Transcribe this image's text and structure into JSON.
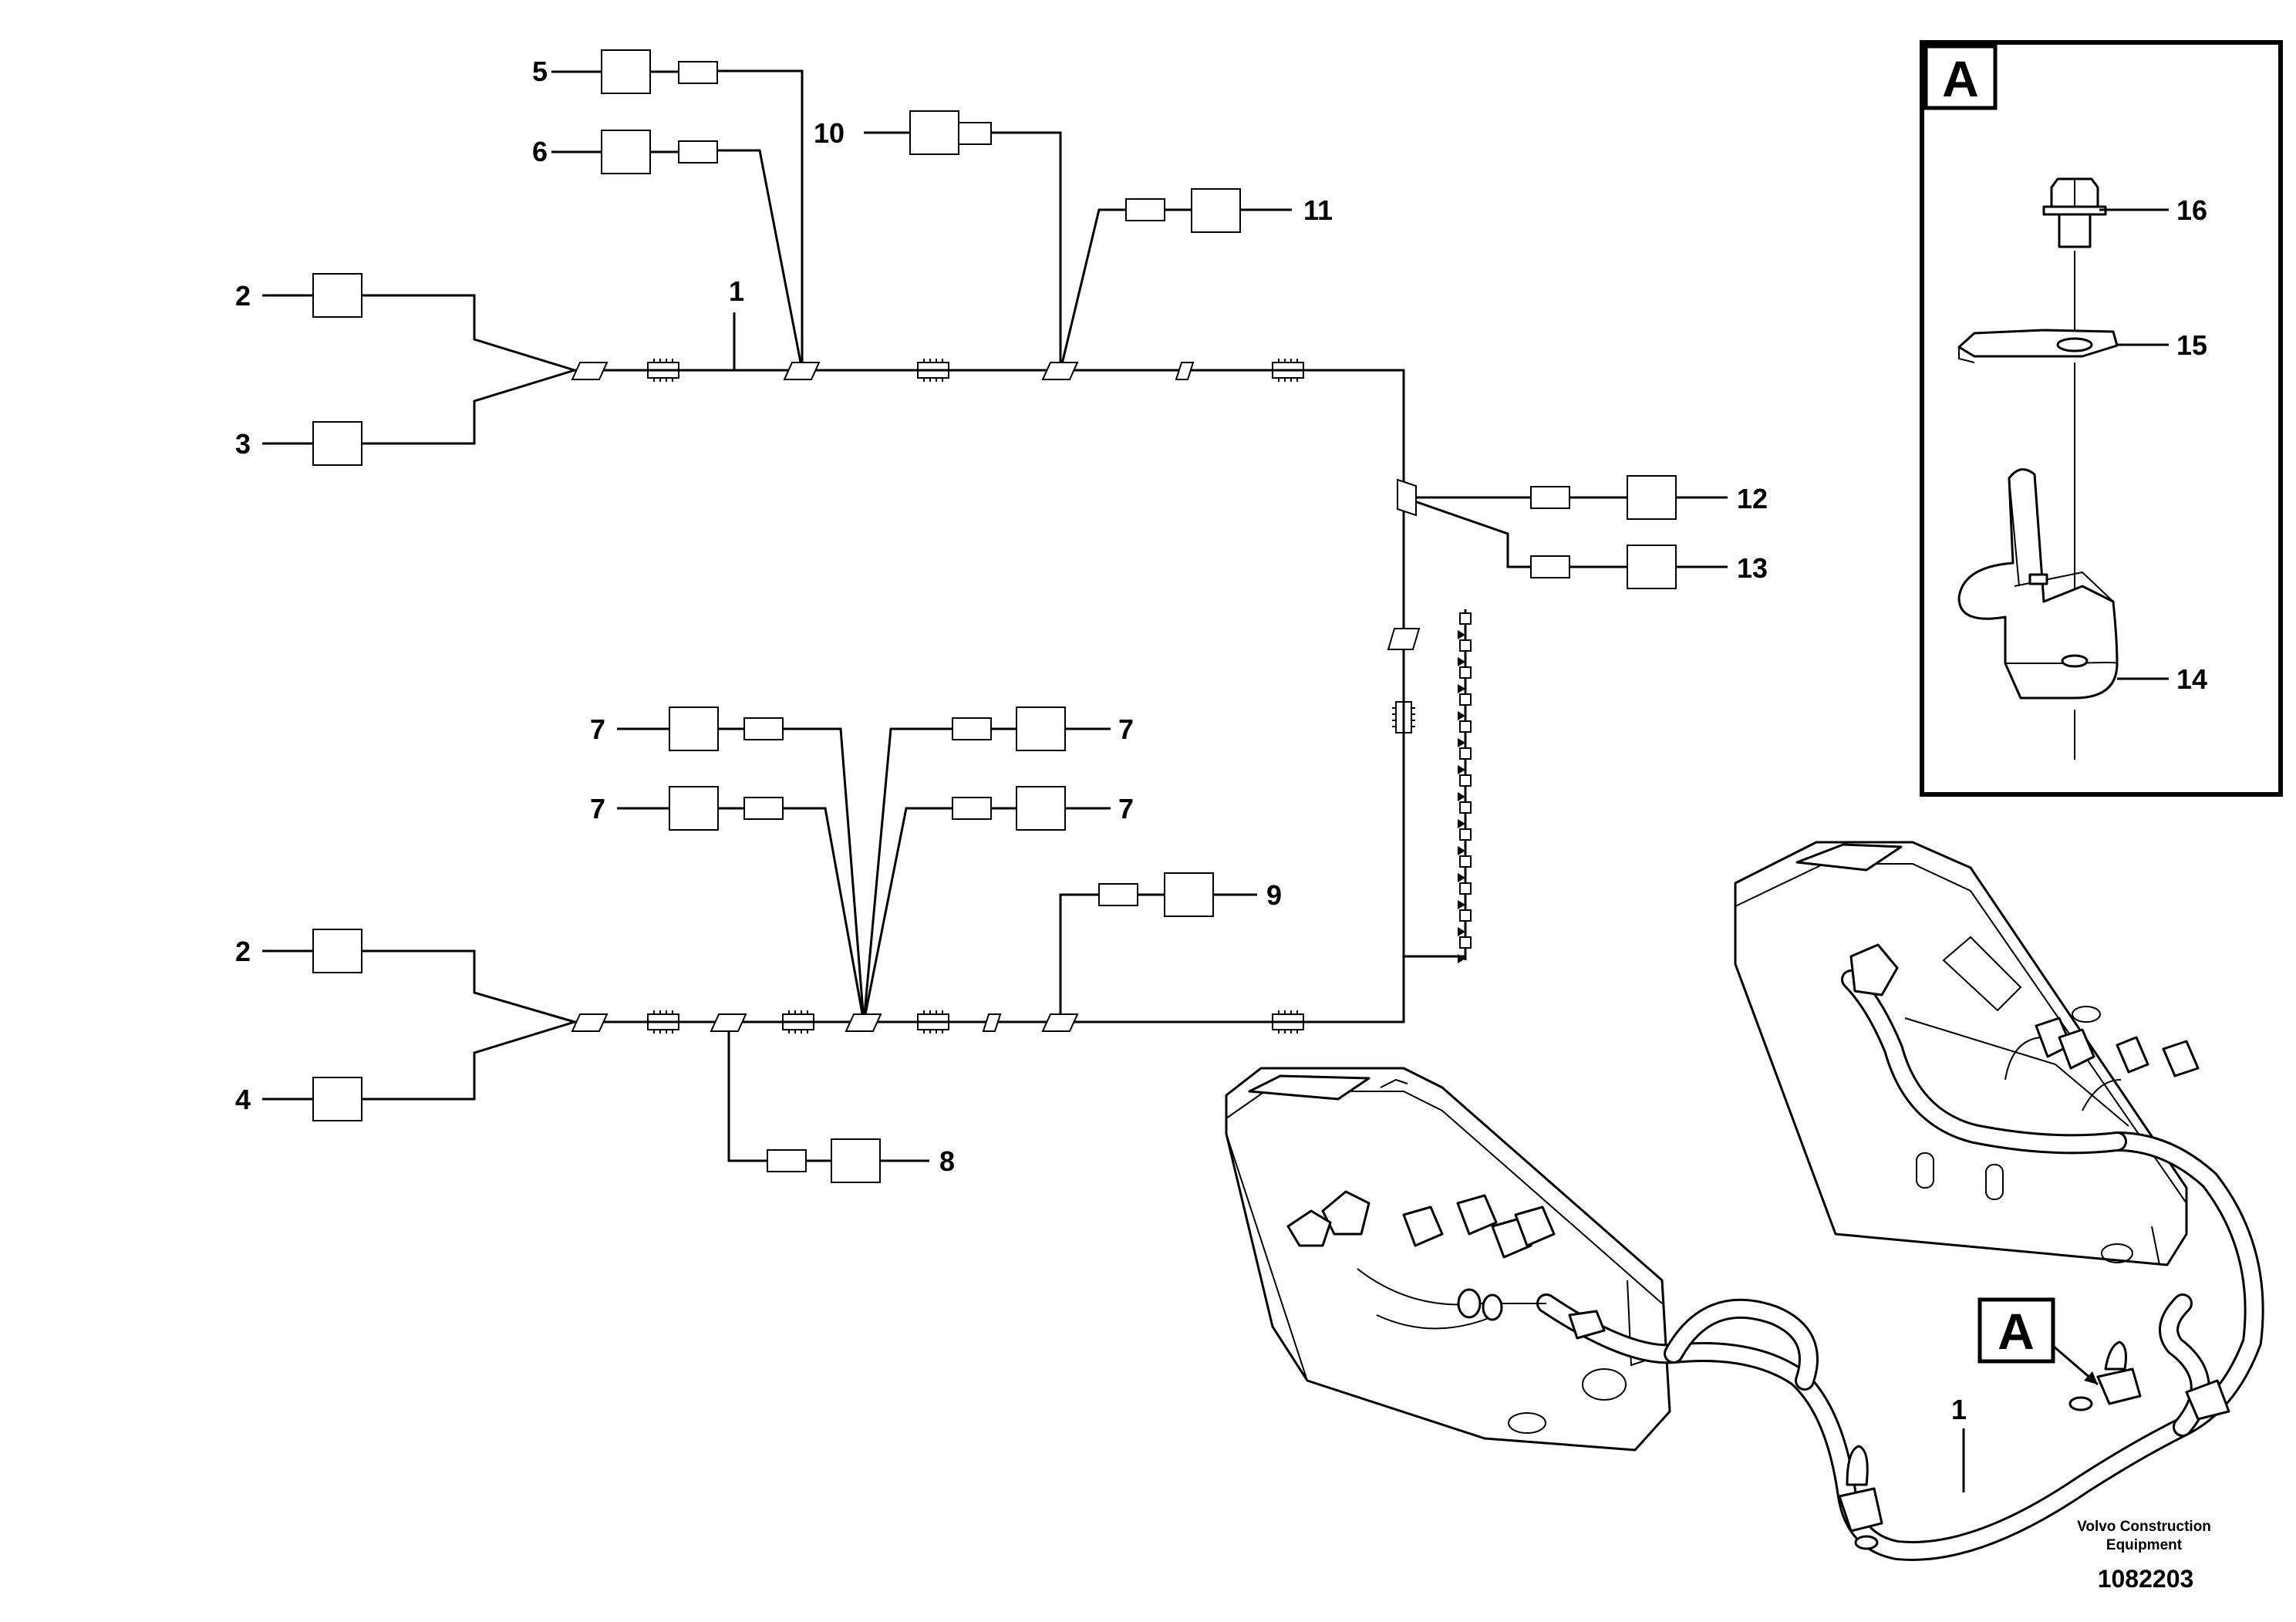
{
  "labels": {
    "l1": "1",
    "l2a": "2",
    "l2b": "2",
    "l3": "3",
    "l4": "4",
    "l5": "5",
    "l6": "6",
    "l7a": "7",
    "l7b": "7",
    "l7c": "7",
    "l7d": "7",
    "l8": "8",
    "l9": "9",
    "l10": "10",
    "l11": "11",
    "l12": "12",
    "l13": "13",
    "l14": "14",
    "l15": "15",
    "l16": "16",
    "l1b": "1"
  },
  "detail": {
    "tag": "A",
    "callout_tag": "A"
  },
  "footer": {
    "company_line1": "Volvo Construction",
    "company_line2": "Equipment",
    "doc_number": "1082203"
  },
  "colors": {
    "line": "#000000",
    "background": "#ffffff"
  }
}
